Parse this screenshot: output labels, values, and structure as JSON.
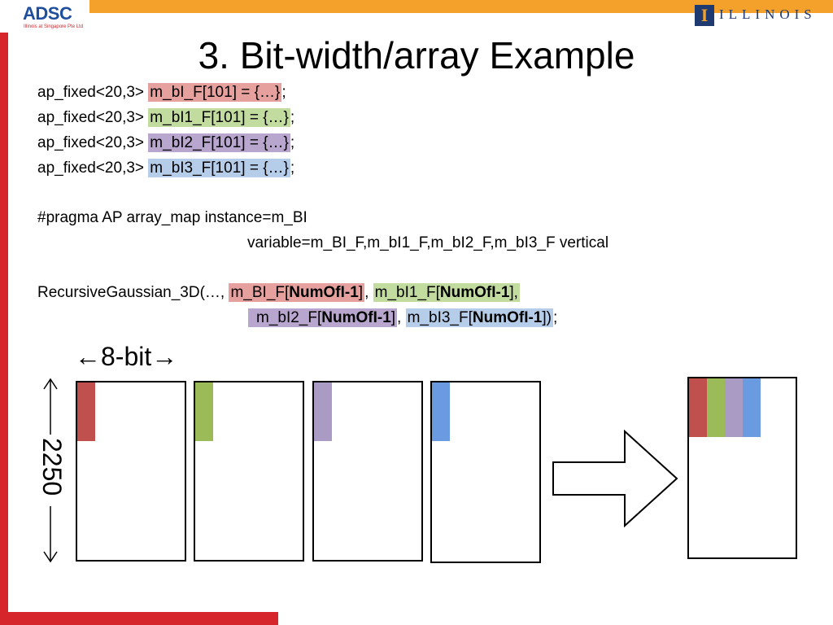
{
  "header": {
    "adsc_logo": "ADSC",
    "adsc_tagline": "Illinois at Singapore Pte Ltd",
    "illinois_mark": "I",
    "illinois_text": "ILLINOIS"
  },
  "title": "3. Bit-width/array Example",
  "declarations": [
    {
      "type": "ap_fixed<20,3> ",
      "decl": "m_bI_F[101] = {…}",
      "end": ";",
      "color": "#e6a19f"
    },
    {
      "type": "ap_fixed<20,3> ",
      "decl": "m_bI1_F[101] = {…}",
      "end": ";",
      "color": "#c2dca0"
    },
    {
      "type": "ap_fixed<20,3> ",
      "decl": "m_bI2_F[101] = {…}",
      "end": ";",
      "color": "#b9a6cf"
    },
    {
      "type": "ap_fixed<20,3> ",
      "decl": "m_bI3_F[101] = {…}",
      "end": ";",
      "color": "#b6cdea"
    }
  ],
  "pragma": {
    "line1": "#pragma AP array_map instance=m_BI",
    "line2": "variable=m_BI_F,m_bI1_F,m_bI2_F,m_bI3_F vertical"
  },
  "call": {
    "func": "RecursiveGaussian_3D(…, ",
    "arg1_pre": "m_BI_F[",
    "arg1_bold": "NumOfI-1",
    "arg1_post": "]",
    "sep1": ", ",
    "arg2_pre": "m_bI1_F[",
    "arg2_bold": "NumOfI-1",
    "arg2_post": "],",
    "arg3_pre": "m_bI2_F[",
    "arg3_bold": "NumOfI-1",
    "arg3_post": "]",
    "sep2": ", ",
    "arg4_pre": "m_bI3_F[",
    "arg4_bold": "NumOfI-1",
    "arg4_post": "])",
    "end": ";"
  },
  "diagram": {
    "width_label": "←8-bit→",
    "height_label": "←2250→",
    "colors": {
      "red": "#c0504d",
      "green": "#9bbb59",
      "purple": "#a99bc4",
      "blue": "#6a9be0"
    }
  }
}
